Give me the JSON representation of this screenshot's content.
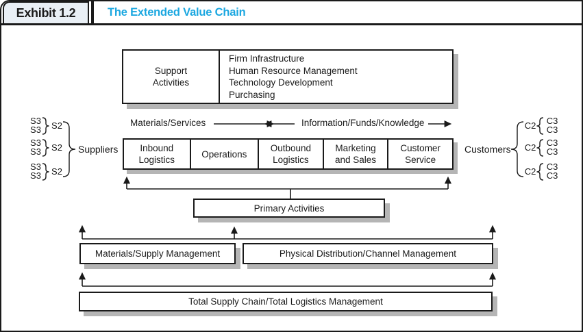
{
  "header": {
    "exhibit_label": "Exhibit 1.2",
    "title": "The Extended Value Chain"
  },
  "support_activities": {
    "label_lines": [
      "Support",
      "Activities"
    ],
    "items": [
      "Firm Infrastructure",
      "Human Resource Management",
      "Technology Development",
      "Purchasing"
    ]
  },
  "flow_labels": {
    "materials": "Materials/Services",
    "information": "Information/Funds/Knowledge"
  },
  "primary_chain": {
    "cells": [
      {
        "lines": [
          "Inbound",
          "Logistics"
        ]
      },
      {
        "lines": [
          "Operations"
        ]
      },
      {
        "lines": [
          "Outbound",
          "Logistics"
        ]
      },
      {
        "lines": [
          "Marketing",
          "and Sales"
        ]
      },
      {
        "lines": [
          "Customer",
          "Service"
        ]
      }
    ],
    "summary_label": "Primary Activities"
  },
  "suppliers": {
    "label": "Suppliers",
    "groups": [
      {
        "tier2": "S2",
        "tier3": [
          "S3",
          "S3"
        ]
      },
      {
        "tier2": "S2",
        "tier3": [
          "S3",
          "S3"
        ]
      },
      {
        "tier2": "S2",
        "tier3": [
          "S3",
          "S3"
        ]
      }
    ]
  },
  "customers": {
    "label": "Customers",
    "groups": [
      {
        "tier2": "C2",
        "tier3": [
          "C3",
          "C3"
        ]
      },
      {
        "tier2": "C2",
        "tier3": [
          "C3",
          "C3"
        ]
      },
      {
        "tier2": "C2",
        "tier3": [
          "C3",
          "C3"
        ]
      }
    ]
  },
  "management_boxes": {
    "left": "Materials/Supply Management",
    "right": "Physical Distribution/Channel Management"
  },
  "total_box_label": "Total Supply Chain/Total Logistics Management",
  "colors": {
    "accent_blue": "#1ba7e0",
    "line": "#1a1a1a",
    "shadow_gray": "#b5b5b5",
    "tab_fill": "#e9eff5"
  }
}
